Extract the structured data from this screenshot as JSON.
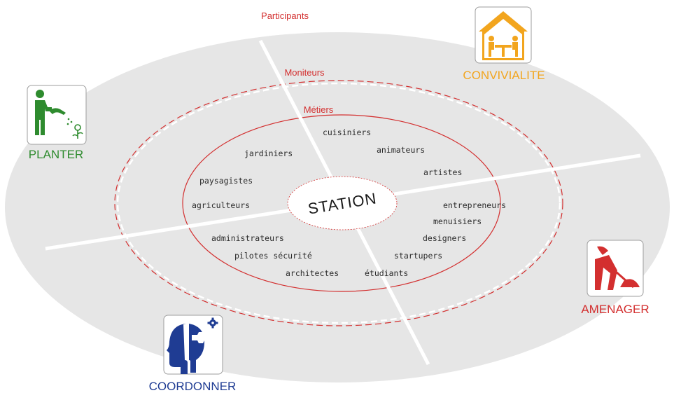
{
  "rings": {
    "participants": "Participants",
    "moniteurs": "Moniteurs",
    "metiers": "Métiers"
  },
  "center": "STATION",
  "jobs": {
    "cuisiniers": "cuisiniers",
    "animateurs": "animateurs",
    "jardiniers": "jardiniers",
    "artistes": "artistes",
    "paysagistes": "paysagistes",
    "agriculteurs": "agriculteurs",
    "entrepreneurs": "entrepreneurs",
    "menuisiers": "menuisiers",
    "designers": "designers",
    "administrateurs": "administrateurs",
    "pilotes": "pilotes sécurité",
    "startupers": "startupers",
    "architectes": "architectes",
    "etudiants": "étudiants"
  },
  "activities": {
    "planter": {
      "label": "PLANTER",
      "color": "#2e8b2e",
      "icon": "gardener-watering-icon"
    },
    "convivialite": {
      "label": "CONVIVIALITE",
      "color": "#f2a51e",
      "icon": "house-table-icon"
    },
    "amenager": {
      "label": "AMENAGER",
      "color": "#d32f2f",
      "icon": "worker-shovel-icon"
    },
    "coordonner": {
      "label": "COORDONNER",
      "color": "#1f3c93",
      "icon": "head-gear-icon"
    }
  },
  "colors": {
    "outer_fill": "#e6e6e6",
    "ring_red": "#d32f2f",
    "axis_white": "#ffffff"
  }
}
